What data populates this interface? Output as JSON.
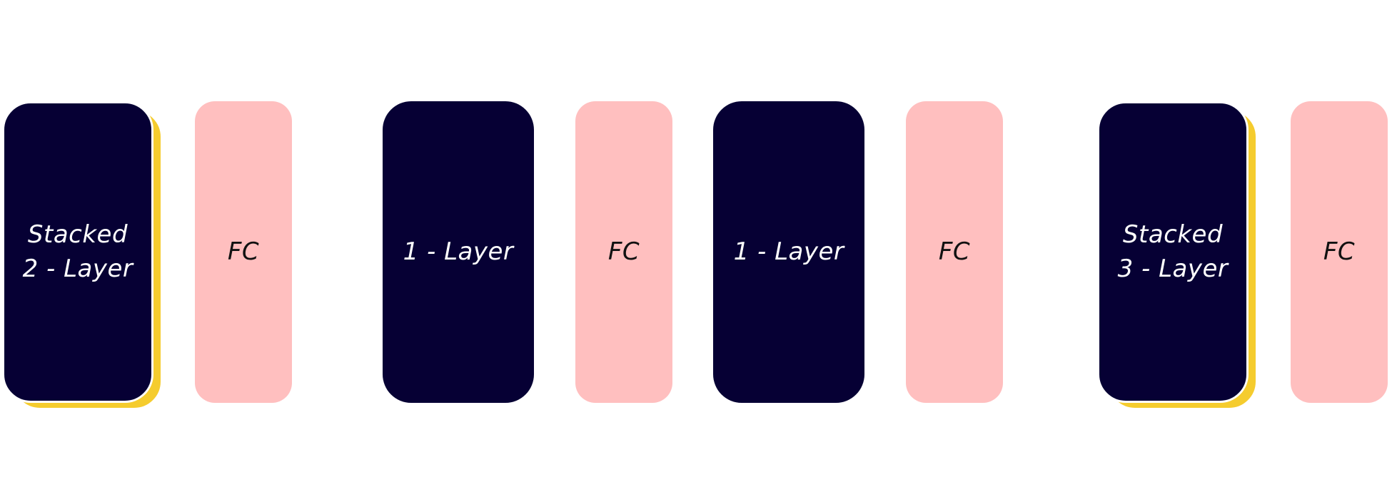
{
  "diagram": {
    "colors": {
      "layer_block": "#060034",
      "stack_shadow": "#f5cc2e",
      "fc_block": "#ffbfbf",
      "background": "#ffffff"
    },
    "blocks": [
      {
        "type": "stacked-layer",
        "line1": "Stacked",
        "line2": "2 - Layer"
      },
      {
        "type": "fc",
        "label": "FC"
      },
      {
        "type": "layer",
        "label": "1 - Layer"
      },
      {
        "type": "fc",
        "label": "FC"
      },
      {
        "type": "layer",
        "label": "1 - Layer"
      },
      {
        "type": "fc",
        "label": "FC"
      },
      {
        "type": "stacked-layer",
        "line1": "Stacked",
        "line2": "3 - Layer"
      },
      {
        "type": "fc",
        "label": "FC"
      }
    ]
  }
}
